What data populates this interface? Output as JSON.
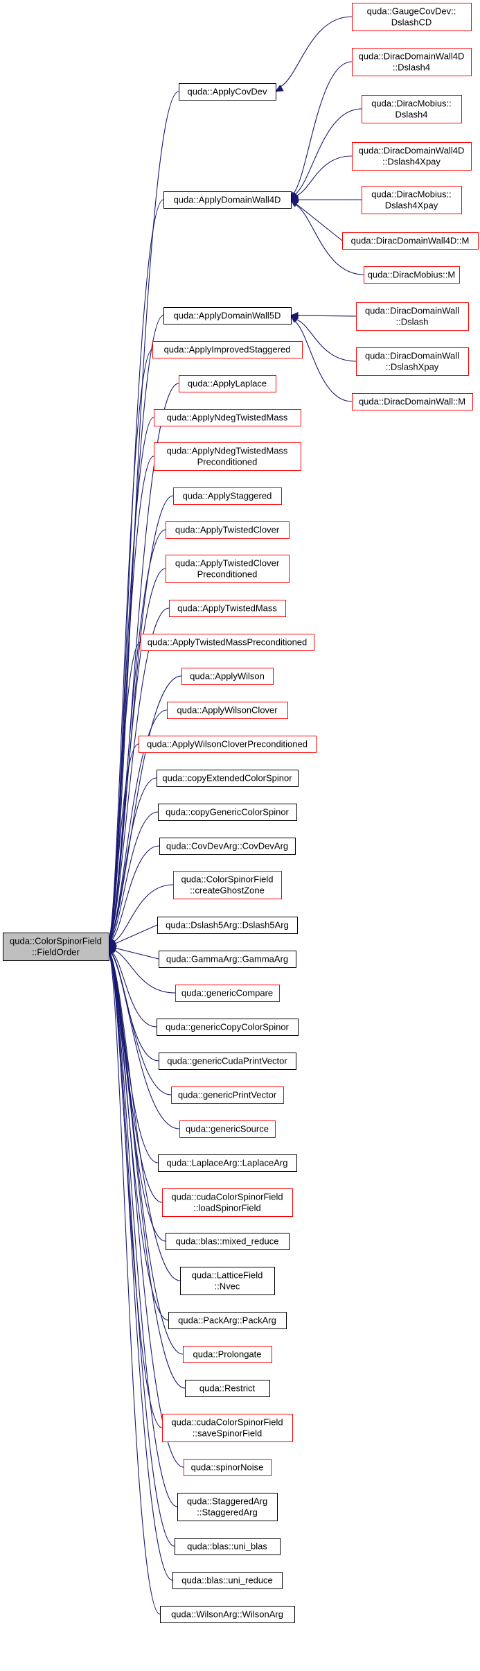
{
  "root": {
    "id": "root",
    "lines": [
      "quda::ColorSpinorField",
      "::FieldOrder"
    ],
    "style": "root"
  },
  "nodes": [
    {
      "id": "n1",
      "lines": [
        "quda::GaugeCovDev::",
        "DslashCD"
      ],
      "style": "red"
    },
    {
      "id": "n2",
      "lines": [
        "quda::ApplyCovDev"
      ],
      "style": "black"
    },
    {
      "id": "n3",
      "lines": [
        "quda::DiracDomainWall4D",
        "::Dslash4"
      ],
      "style": "red"
    },
    {
      "id": "n4",
      "lines": [
        "quda::DiracMobius::",
        "Dslash4"
      ],
      "style": "red"
    },
    {
      "id": "n5",
      "lines": [
        "quda::DiracDomainWall4D",
        "::Dslash4Xpay"
      ],
      "style": "red"
    },
    {
      "id": "n6",
      "lines": [
        "quda::ApplyDomainWall4D"
      ],
      "style": "black"
    },
    {
      "id": "n7",
      "lines": [
        "quda::DiracMobius::",
        "Dslash4Xpay"
      ],
      "style": "red"
    },
    {
      "id": "n8",
      "lines": [
        "quda::DiracDomainWall4D::M"
      ],
      "style": "red"
    },
    {
      "id": "n9",
      "lines": [
        "quda::DiracMobius::M"
      ],
      "style": "red"
    },
    {
      "id": "n10",
      "lines": [
        "quda::ApplyDomainWall5D"
      ],
      "style": "black"
    },
    {
      "id": "n11",
      "lines": [
        "quda::DiracDomainWall",
        "::Dslash"
      ],
      "style": "red"
    },
    {
      "id": "n12",
      "lines": [
        "quda::ApplyImprovedStaggered"
      ],
      "style": "red"
    },
    {
      "id": "n13",
      "lines": [
        "quda::DiracDomainWall",
        "::DslashXpay"
      ],
      "style": "red"
    },
    {
      "id": "n14",
      "lines": [
        "quda::ApplyLaplace"
      ],
      "style": "red"
    },
    {
      "id": "n15",
      "lines": [
        "quda::DiracDomainWall::M"
      ],
      "style": "red"
    },
    {
      "id": "n16",
      "lines": [
        "quda::ApplyNdegTwistedMass"
      ],
      "style": "red"
    },
    {
      "id": "n17",
      "lines": [
        "quda::ApplyNdegTwistedMass",
        "Preconditioned"
      ],
      "style": "red"
    },
    {
      "id": "n18",
      "lines": [
        "quda::ApplyStaggered"
      ],
      "style": "red"
    },
    {
      "id": "n19",
      "lines": [
        "quda::ApplyTwistedClover"
      ],
      "style": "red"
    },
    {
      "id": "n20",
      "lines": [
        "quda::ApplyTwistedClover",
        "Preconditioned"
      ],
      "style": "red"
    },
    {
      "id": "n21",
      "lines": [
        "quda::ApplyTwistedMass"
      ],
      "style": "red"
    },
    {
      "id": "n22",
      "lines": [
        "quda::ApplyTwistedMassPreconditioned"
      ],
      "style": "red"
    },
    {
      "id": "n23",
      "lines": [
        "quda::ApplyWilson"
      ],
      "style": "red"
    },
    {
      "id": "n24",
      "lines": [
        "quda::ApplyWilsonClover"
      ],
      "style": "red"
    },
    {
      "id": "n25",
      "lines": [
        "quda::ApplyWilsonCloverPreconditioned"
      ],
      "style": "red"
    },
    {
      "id": "n26",
      "lines": [
        "quda::copyExtendedColorSpinor"
      ],
      "style": "black"
    },
    {
      "id": "n27",
      "lines": [
        "quda::copyGenericColorSpinor"
      ],
      "style": "black"
    },
    {
      "id": "n28",
      "lines": [
        "quda::CovDevArg::CovDevArg"
      ],
      "style": "black"
    },
    {
      "id": "n29",
      "lines": [
        "quda::ColorSpinorField",
        "::createGhostZone"
      ],
      "style": "red"
    },
    {
      "id": "n30",
      "lines": [
        "quda::Dslash5Arg::Dslash5Arg"
      ],
      "style": "black"
    },
    {
      "id": "n31",
      "lines": [
        "quda::GammaArg::GammaArg"
      ],
      "style": "black"
    },
    {
      "id": "n32",
      "lines": [
        "quda::genericCompare"
      ],
      "style": "red"
    },
    {
      "id": "n33",
      "lines": [
        "quda::genericCopyColorSpinor"
      ],
      "style": "black"
    },
    {
      "id": "n34",
      "lines": [
        "quda::genericCudaPrintVector"
      ],
      "style": "black"
    },
    {
      "id": "n35",
      "lines": [
        "quda::genericPrintVector"
      ],
      "style": "red"
    },
    {
      "id": "n36",
      "lines": [
        "quda::genericSource"
      ],
      "style": "red"
    },
    {
      "id": "n37",
      "lines": [
        "quda::LaplaceArg::LaplaceArg"
      ],
      "style": "black"
    },
    {
      "id": "n38",
      "lines": [
        "quda::cudaColorSpinorField",
        "::loadSpinorField"
      ],
      "style": "red"
    },
    {
      "id": "n39",
      "lines": [
        "quda::blas::mixed_reduce"
      ],
      "style": "black"
    },
    {
      "id": "n40",
      "lines": [
        "quda::LatticeField",
        "::Nvec"
      ],
      "style": "black"
    },
    {
      "id": "n41",
      "lines": [
        "quda::PackArg::PackArg"
      ],
      "style": "black"
    },
    {
      "id": "n42",
      "lines": [
        "quda::Prolongate"
      ],
      "style": "red"
    },
    {
      "id": "n43",
      "lines": [
        "quda::Restrict"
      ],
      "style": "black"
    },
    {
      "id": "n44",
      "lines": [
        "quda::cudaColorSpinorField",
        "::saveSpinorField"
      ],
      "style": "red"
    },
    {
      "id": "n45",
      "lines": [
        "quda::spinorNoise"
      ],
      "style": "red"
    },
    {
      "id": "n46",
      "lines": [
        "quda::StaggeredArg",
        "::StaggeredArg"
      ],
      "style": "black"
    },
    {
      "id": "n47",
      "lines": [
        "quda::blas::uni_blas"
      ],
      "style": "black"
    },
    {
      "id": "n48",
      "lines": [
        "quda::blas::uni_reduce"
      ],
      "style": "black"
    },
    {
      "id": "n49",
      "lines": [
        "quda::WilsonArg::WilsonArg"
      ],
      "style": "black"
    }
  ],
  "edges": [
    [
      "n2",
      "n1"
    ],
    [
      "n6",
      "n3"
    ],
    [
      "n6",
      "n4"
    ],
    [
      "n6",
      "n5"
    ],
    [
      "n6",
      "n7"
    ],
    [
      "n6",
      "n8"
    ],
    [
      "n6",
      "n9"
    ],
    [
      "n10",
      "n11"
    ],
    [
      "n10",
      "n13"
    ],
    [
      "n10",
      "n15"
    ],
    [
      "root",
      "n2"
    ],
    [
      "root",
      "n6"
    ],
    [
      "root",
      "n10"
    ],
    [
      "root",
      "n12"
    ],
    [
      "root",
      "n14"
    ],
    [
      "root",
      "n16"
    ],
    [
      "root",
      "n17"
    ],
    [
      "root",
      "n18"
    ],
    [
      "root",
      "n19"
    ],
    [
      "root",
      "n20"
    ],
    [
      "root",
      "n21"
    ],
    [
      "root",
      "n22"
    ],
    [
      "root",
      "n23"
    ],
    [
      "root",
      "n24"
    ],
    [
      "root",
      "n25"
    ],
    [
      "root",
      "n26"
    ],
    [
      "root",
      "n27"
    ],
    [
      "root",
      "n28"
    ],
    [
      "root",
      "n29"
    ],
    [
      "root",
      "n30"
    ],
    [
      "root",
      "n31"
    ],
    [
      "root",
      "n32"
    ],
    [
      "root",
      "n33"
    ],
    [
      "root",
      "n34"
    ],
    [
      "root",
      "n35"
    ],
    [
      "root",
      "n36"
    ],
    [
      "root",
      "n37"
    ],
    [
      "root",
      "n38"
    ],
    [
      "root",
      "n39"
    ],
    [
      "root",
      "n40"
    ],
    [
      "root",
      "n41"
    ],
    [
      "root",
      "n42"
    ],
    [
      "root",
      "n43"
    ],
    [
      "root",
      "n44"
    ],
    [
      "root",
      "n45"
    ],
    [
      "root",
      "n46"
    ],
    [
      "root",
      "n47"
    ],
    [
      "root",
      "n48"
    ],
    [
      "root",
      "n49"
    ]
  ],
  "colors": {
    "edge": "#191970",
    "red_border": "#ff0000",
    "black_border": "#000000",
    "root_fill": "#bfbfbf"
  }
}
